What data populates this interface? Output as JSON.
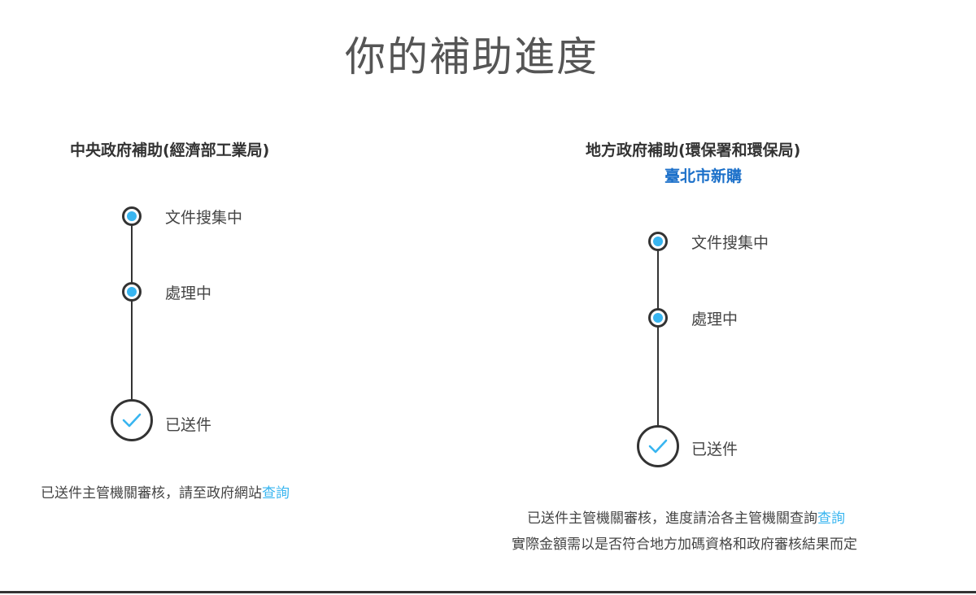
{
  "page": {
    "title": "你的補助進度"
  },
  "central": {
    "title": "中央政府補助(經濟部工業局)",
    "steps": [
      {
        "label": "文件搜集中",
        "icon": "progress-dot-icon"
      },
      {
        "label": "處理中",
        "icon": "progress-dot-icon"
      },
      {
        "label": "已送件",
        "icon": "check-icon"
      }
    ],
    "note_text": "已送件主管機關審核，請至政府網站",
    "note_link": "查詢"
  },
  "local": {
    "title": "地方政府補助(環保署和環保局)",
    "subtitle": "臺北市新購",
    "steps": [
      {
        "label": "文件搜集中",
        "icon": "progress-dot-icon"
      },
      {
        "label": "處理中",
        "icon": "progress-dot-icon"
      },
      {
        "label": "已送件",
        "icon": "check-icon"
      }
    ],
    "note_line1_text": "已送件主管機關審核，進度請洽各主管機關查詢",
    "note_line1_link": "查詢",
    "note_line2": "實際金額需以是否符合地方加碼資格和政府審核結果而定"
  },
  "colors": {
    "accent": "#38b5f0",
    "subtitle": "#1a6fc9",
    "text": "#333333"
  }
}
